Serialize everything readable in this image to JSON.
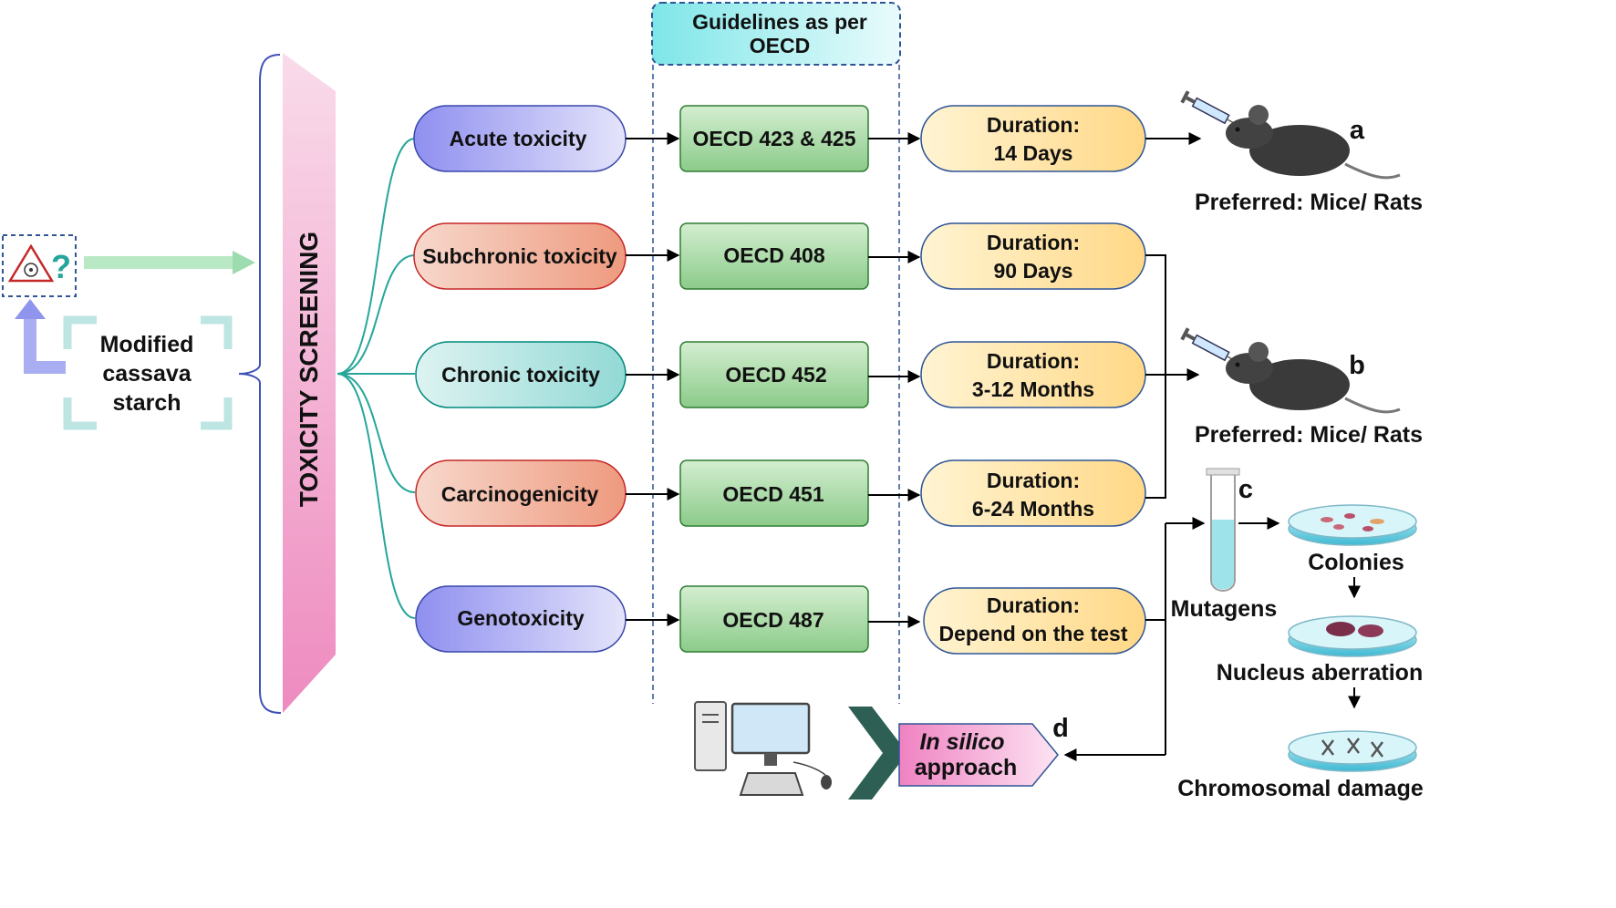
{
  "left": {
    "question_mark": "?",
    "label_lines": [
      "Modified",
      "cassava",
      "starch"
    ]
  },
  "screening_label": "TOXICITY SCREENING",
  "guidelines_header": [
    "Guidelines as per",
    "OECD"
  ],
  "rows": [
    {
      "test": "Acute toxicity",
      "guideline": "OECD 423 & 425",
      "duration_label": "Duration:",
      "duration": "14 Days",
      "color": "#9c9ef2"
    },
    {
      "test": "Subchronic toxicity",
      "guideline": "OECD 408",
      "duration_label": "Duration:",
      "duration": "90 Days",
      "color": "#f2a488"
    },
    {
      "test": "Chronic toxicity",
      "guideline": "OECD 452",
      "duration_label": "Duration:",
      "duration": "3-12 Months",
      "color": "#9fdedc"
    },
    {
      "test": "Carcinogenicity",
      "guideline": "OECD 451",
      "duration_label": "Duration:",
      "duration": "6-24 Months",
      "color": "#f2a488"
    },
    {
      "test": "Genotoxicity",
      "guideline": "OECD 487",
      "duration_label": "Duration:",
      "duration": "Depend on the test",
      "color": "#9c9ef2"
    }
  ],
  "right": {
    "label_a": "a",
    "label_b": "b",
    "label_c": "c",
    "label_d": "d",
    "preferred_a": "Preferred: Mice/ Rats",
    "preferred_b": "Preferred: Mice/ Rats",
    "mutagens": "Mutagens",
    "colonies": "Colonies",
    "nucleus": "Nucleus aberration",
    "chromosomal": "Chromosomal damage",
    "insilico_italic": "In silico",
    "insilico_rest": "approach"
  },
  "colors": {
    "guideline_fill": "#a5d6a7",
    "duration_fill": "#ffe299",
    "screening_bar": "#f3a6cf",
    "connector": "#26a69a",
    "dashed_border": "#2f5597"
  }
}
